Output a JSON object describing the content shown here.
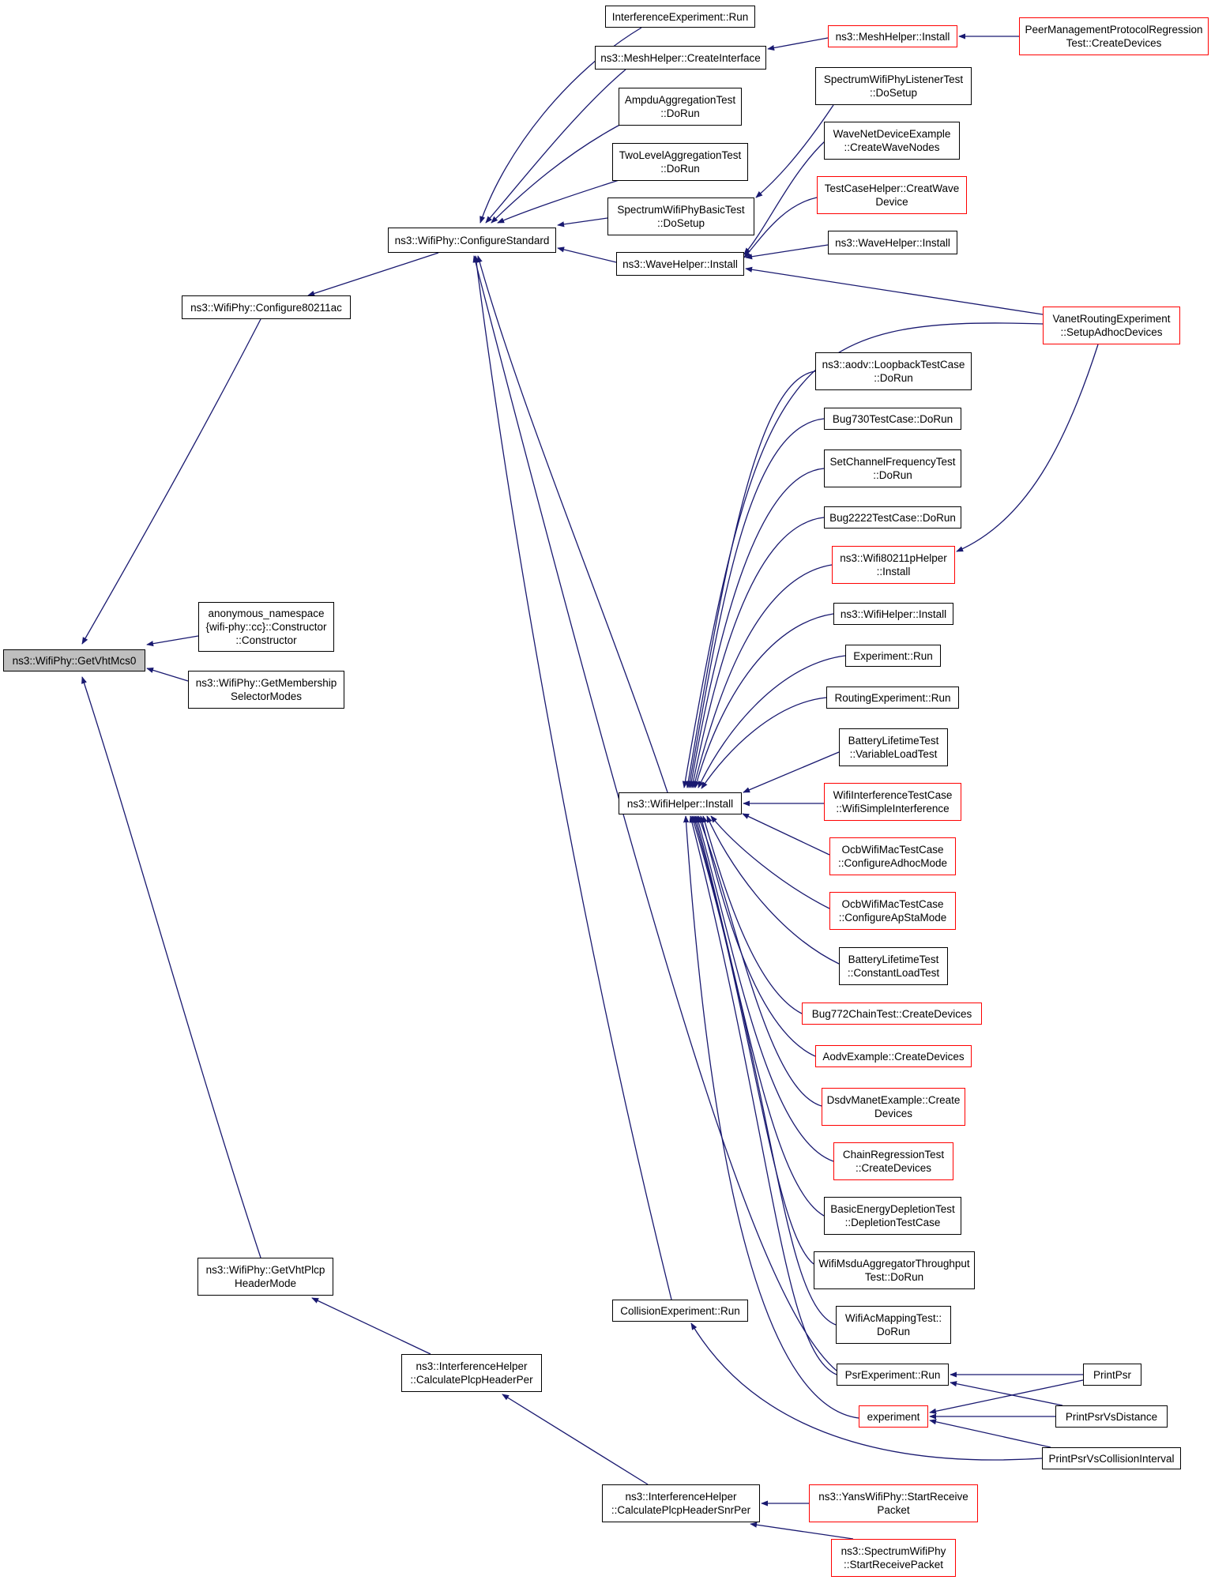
{
  "colors": {
    "edge": "#191970",
    "node_border": "#000000",
    "truncated_border": "#ff0000",
    "root_fill": "#bfbfbf"
  },
  "nodes": {
    "root": {
      "label": "ns3::WifiPhy::GetVhtMcs0"
    },
    "cfg80211ac": {
      "label": "ns3::WifiPhy::Configure80211ac"
    },
    "anon": {
      "label": "anonymous_namespace\n{wifi-phy::cc}::Constructor\n::Constructor"
    },
    "getMembership": {
      "label": "ns3::WifiPhy::GetMembership\nSelectorModes"
    },
    "getVhtPlcp": {
      "label": "ns3::WifiPhy::GetVhtPlcp\nHeaderMode"
    },
    "cfgStd": {
      "label": "ns3::WifiPhy::ConfigureStandard"
    },
    "calcPer": {
      "label": "ns3::InterferenceHelper\n::CalculatePlcpHeaderPer"
    },
    "calcSnrPer": {
      "label": "ns3::InterferenceHelper\n::CalculatePlcpHeaderSnrPer"
    },
    "interfRun": {
      "label": "InterferenceExperiment::Run"
    },
    "meshCreateIf": {
      "label": "ns3::MeshHelper::CreateInterface"
    },
    "ampdu": {
      "label": "AmpduAggregationTest\n::DoRun"
    },
    "twoLevel": {
      "label": "TwoLevelAggregationTest\n::DoRun"
    },
    "specBasic": {
      "label": "SpectrumWifiPhyBasicTest\n::DoSetup"
    },
    "waveInstall": {
      "label": "ns3::WaveHelper::Install"
    },
    "wifiInstall": {
      "label": "ns3::WifiHelper::Install"
    },
    "collRun": {
      "label": "CollisionExperiment::Run"
    },
    "meshInstall": {
      "label": "ns3::MeshHelper::Install"
    },
    "peerMgmt": {
      "label": "PeerManagementProtocolRegression\nTest::CreateDevices"
    },
    "specListener": {
      "label": "SpectrumWifiPhyListenerTest\n::DoSetup"
    },
    "waveNetDev": {
      "label": "WaveNetDeviceExample\n::CreateWaveNodes"
    },
    "testCaseHelper": {
      "label": "TestCaseHelper::CreatWave\nDevice"
    },
    "waveInstall2": {
      "label": "ns3::WaveHelper::Install"
    },
    "vanet": {
      "label": "VanetRoutingExperiment\n::SetupAdhocDevices"
    },
    "aodvLoop": {
      "label": "ns3::aodv::LoopbackTestCase\n::DoRun"
    },
    "bug730": {
      "label": "Bug730TestCase::DoRun"
    },
    "setChan": {
      "label": "SetChannelFrequencyTest\n::DoRun"
    },
    "bug2222": {
      "label": "Bug2222TestCase::DoRun"
    },
    "wifi80211p": {
      "label": "ns3::Wifi80211pHelper\n::Install"
    },
    "wifiHelperInstall2": {
      "label": "ns3::WifiHelper::Install"
    },
    "expRun": {
      "label": "Experiment::Run"
    },
    "routingRun": {
      "label": "RoutingExperiment::Run"
    },
    "batteryVar": {
      "label": "BatteryLifetimeTest\n::VariableLoadTest"
    },
    "wifiInterf": {
      "label": "WifiInterferenceTestCase\n::WifiSimpleInterference"
    },
    "ocbAdhoc": {
      "label": "OcbWifiMacTestCase\n::ConfigureAdhocMode"
    },
    "ocbApSta": {
      "label": "OcbWifiMacTestCase\n::ConfigureApStaMode"
    },
    "batteryConst": {
      "label": "BatteryLifetimeTest\n::ConstantLoadTest"
    },
    "bug772": {
      "label": "Bug772ChainTest::CreateDevices"
    },
    "aodvEx": {
      "label": "AodvExample::CreateDevices"
    },
    "dsdv": {
      "label": "DsdvManetExample::Create\nDevices"
    },
    "chainReg": {
      "label": "ChainRegressionTest\n::CreateDevices"
    },
    "basicEnergy": {
      "label": "BasicEnergyDepletionTest\n::DepletionTestCase"
    },
    "msduAgg": {
      "label": "WifiMsduAggregatorThroughput\nTest::DoRun"
    },
    "acMapping": {
      "label": "WifiAcMappingTest::\nDoRun"
    },
    "psrRun": {
      "label": "PsrExperiment::Run"
    },
    "experiment": {
      "label": "experiment"
    },
    "printPsr": {
      "label": "PrintPsr"
    },
    "printPsrDist": {
      "label": "PrintPsrVsDistance"
    },
    "printPsrColl": {
      "label": "PrintPsrVsCollisionInterval"
    },
    "yansStart": {
      "label": "ns3::YansWifiPhy::StartReceive\nPacket"
    },
    "specStart": {
      "label": "ns3::SpectrumWifiPhy\n::StartReceivePacket"
    }
  }
}
